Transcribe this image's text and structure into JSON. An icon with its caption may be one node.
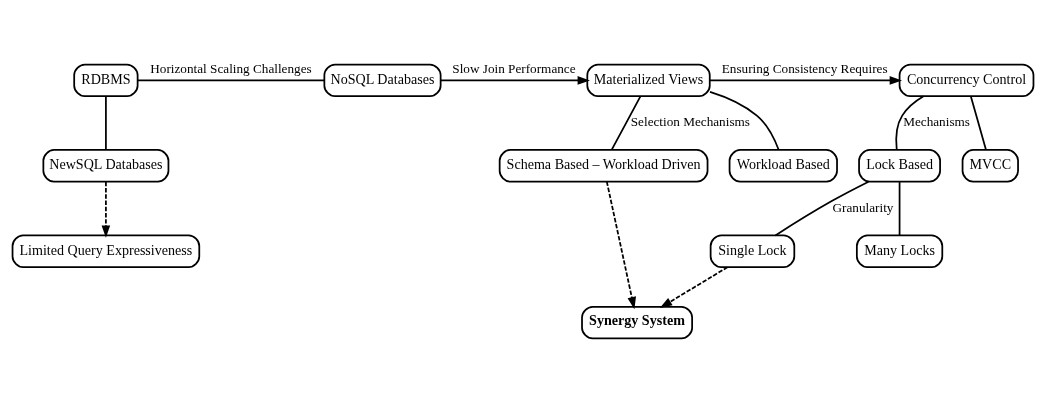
{
  "diagram": {
    "nodes": [
      {
        "text": [
          "RDBMS"
        ]
      },
      {
        "text": [
          "NoSQL Databases"
        ]
      },
      {
        "text": [
          "NewSQL Databases"
        ]
      },
      {
        "text": [
          "Materialized Views"
        ]
      },
      {
        "text": [
          "Concurrency Control"
        ]
      },
      {
        "text": [
          "Schema Based – Workload Driven"
        ]
      },
      {
        "text": [
          "Workload Based"
        ]
      },
      {
        "text": [
          "Lock Based"
        ]
      },
      {
        "text": [
          "MVCC"
        ]
      },
      {
        "text": [
          "Single Lock"
        ]
      },
      {
        "text": [
          "Many Locks"
        ]
      },
      {
        "text": [
          "Limited Query Expressiveness"
        ]
      },
      {
        "text": [
          "Synergy System"
        ]
      }
    ],
    "edges": [
      {
        "from": 0,
        "to": 1,
        "arrow": "none",
        "label": "Horizontal Scaling Challenges"
      },
      {
        "from": 0,
        "to": 2,
        "arrow": "none"
      },
      {
        "from": 1,
        "to": 3,
        "arrow": "to",
        "label": "Slow Join Performance"
      },
      {
        "from": 3,
        "to": 4,
        "arrow": "to",
        "label": "Ensuring Consistency Requires"
      },
      {
        "from": 3,
        "to": 5,
        "arrow": "none",
        "label": "Selection Mechanisms"
      },
      {
        "from": 3,
        "to": 6,
        "arrow": "none"
      },
      {
        "from": 4,
        "to": 7,
        "arrow": "none",
        "label": "Mechanisms"
      },
      {
        "from": 4,
        "to": 8,
        "arrow": "none"
      },
      {
        "from": 7,
        "to": 9,
        "arrow": "none",
        "label": "Granularity"
      },
      {
        "from": 7,
        "to": 10,
        "arrow": "none"
      },
      {
        "from": 2,
        "to": 11,
        "arrow": "to",
        "style": "dashed"
      },
      {
        "from": 5,
        "to": 12,
        "arrow": "to",
        "style": "dashed"
      },
      {
        "from": 9,
        "to": 12,
        "arrow": "to",
        "style": "dashed"
      }
    ]
  }
}
